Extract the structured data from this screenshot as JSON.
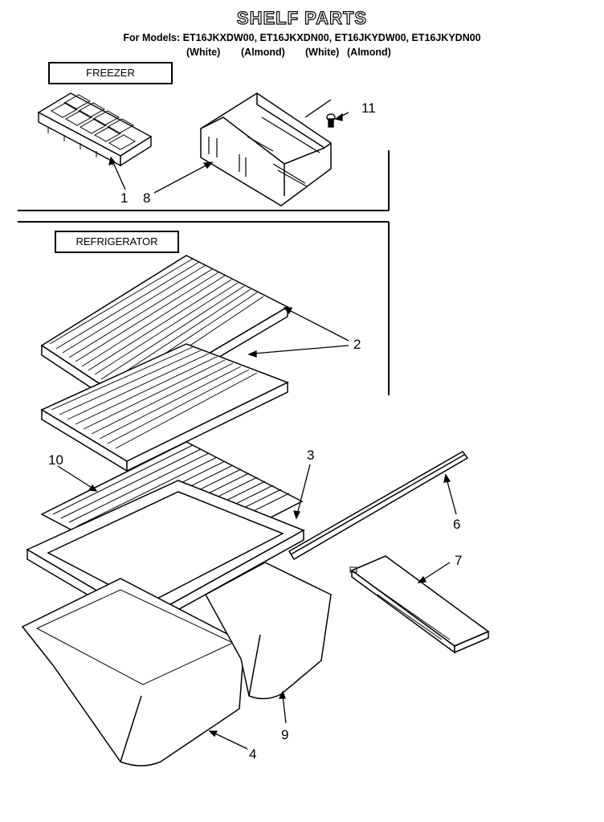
{
  "header": {
    "title": "SHELF PARTS",
    "models": "For Models: ET16JKXDW00, ET16JKXDN00, ET16JKYDW00, ET16JKYDN00",
    "colors": [
      "(White)",
      "(Almond)",
      "(White)",
      "(Almond)"
    ]
  },
  "sections": {
    "freezer": "FREEZER",
    "refrigerator": "REFRIGERATOR"
  },
  "callouts": {
    "ice_tray": "1",
    "shelf": "2",
    "crisper_cover_frame": "3",
    "crisper_left": "4",
    "shelf_trim": "6",
    "bracket": "7",
    "freezer_shelf": "8",
    "crisper_right": "9",
    "glass_insert": "10",
    "screw": "11"
  }
}
